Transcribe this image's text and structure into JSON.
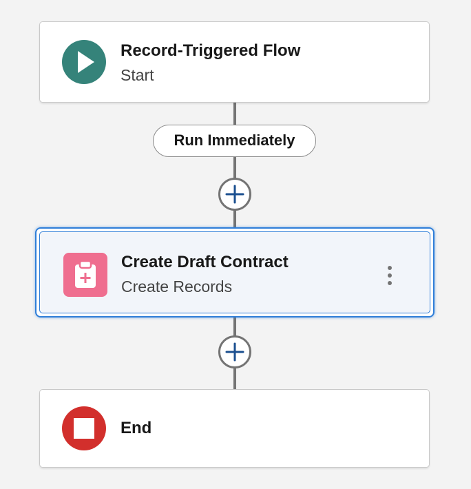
{
  "flow": {
    "start": {
      "title": "Record-Triggered Flow",
      "subtitle": "Start",
      "icon": "play-icon",
      "color": "#35837a"
    },
    "path_label": "Run Immediately",
    "actions": [
      {
        "title": "Create Draft Contract",
        "subtitle": "Create Records",
        "icon": "create-records-icon",
        "color": "#ef6e8f",
        "selected": true
      }
    ],
    "end": {
      "title": "End",
      "icon": "stop-icon",
      "color": "#d22f2c"
    }
  },
  "colors": {
    "selection": "#2f7ed8",
    "connector": "#747474",
    "add_icon": "#1b4f8f",
    "canvas": "#f3f3f3"
  }
}
